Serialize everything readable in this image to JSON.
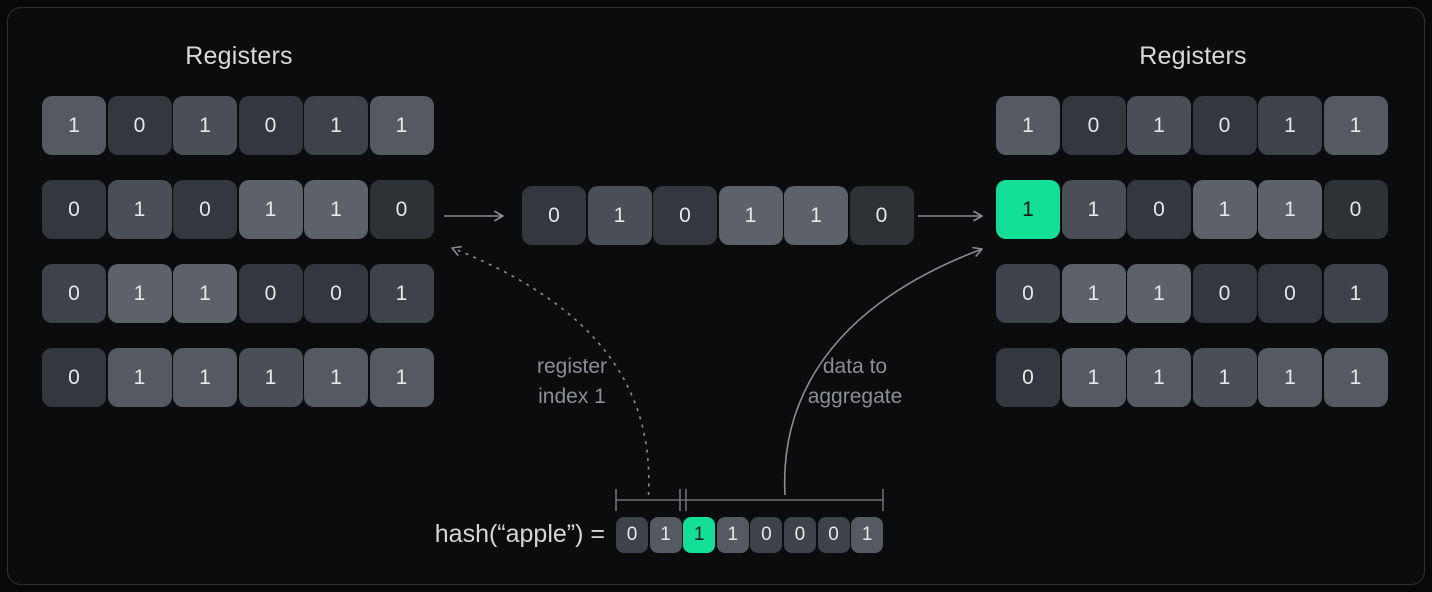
{
  "colors": {
    "accent_green": "#13e096",
    "cell_text": "#e6e7e9",
    "cell_text_on_green": "#141a1f",
    "arrow_grey": "#8a8d93",
    "bracket_grey": "#6d7076",
    "tones": {
      "0": "#2e3136",
      "1": "#34373d",
      "2": "#3e424a",
      "3": "#4a4e56",
      "4": "#545962",
      "5": "#5d626a"
    }
  },
  "left_registers": {
    "title": "Registers",
    "rows": [
      [
        {
          "v": "1",
          "t": "4"
        },
        {
          "v": "0",
          "t": "1"
        },
        {
          "v": "1",
          "t": "3"
        },
        {
          "v": "0",
          "t": "1"
        },
        {
          "v": "1",
          "t": "2"
        },
        {
          "v": "1",
          "t": "4"
        }
      ],
      [
        {
          "v": "0",
          "t": "1"
        },
        {
          "v": "1",
          "t": "3"
        },
        {
          "v": "0",
          "t": "1"
        },
        {
          "v": "1",
          "t": "5"
        },
        {
          "v": "1",
          "t": "5"
        },
        {
          "v": "0",
          "t": "0"
        }
      ],
      [
        {
          "v": "0",
          "t": "2"
        },
        {
          "v": "1",
          "t": "5"
        },
        {
          "v": "1",
          "t": "5"
        },
        {
          "v": "0",
          "t": "1"
        },
        {
          "v": "0",
          "t": "1"
        },
        {
          "v": "1",
          "t": "2"
        }
      ],
      [
        {
          "v": "0",
          "t": "1"
        },
        {
          "v": "1",
          "t": "4"
        },
        {
          "v": "1",
          "t": "4"
        },
        {
          "v": "1",
          "t": "3"
        },
        {
          "v": "1",
          "t": "4"
        },
        {
          "v": "1",
          "t": "4"
        }
      ]
    ]
  },
  "extracted_row": {
    "cells": [
      {
        "v": "0",
        "t": "1"
      },
      {
        "v": "1",
        "t": "3"
      },
      {
        "v": "0",
        "t": "1"
      },
      {
        "v": "1",
        "t": "5"
      },
      {
        "v": "1",
        "t": "5"
      },
      {
        "v": "0",
        "t": "0"
      }
    ]
  },
  "right_registers": {
    "title": "Registers",
    "rows": [
      [
        {
          "v": "1",
          "t": "4"
        },
        {
          "v": "0",
          "t": "1"
        },
        {
          "v": "1",
          "t": "3"
        },
        {
          "v": "0",
          "t": "1"
        },
        {
          "v": "1",
          "t": "2"
        },
        {
          "v": "1",
          "t": "4"
        }
      ],
      [
        {
          "v": "1",
          "t": "g"
        },
        {
          "v": "1",
          "t": "3"
        },
        {
          "v": "0",
          "t": "1"
        },
        {
          "v": "1",
          "t": "5"
        },
        {
          "v": "1",
          "t": "5"
        },
        {
          "v": "0",
          "t": "0"
        }
      ],
      [
        {
          "v": "0",
          "t": "2"
        },
        {
          "v": "1",
          "t": "5"
        },
        {
          "v": "1",
          "t": "5"
        },
        {
          "v": "0",
          "t": "1"
        },
        {
          "v": "0",
          "t": "1"
        },
        {
          "v": "1",
          "t": "2"
        }
      ],
      [
        {
          "v": "0",
          "t": "1"
        },
        {
          "v": "1",
          "t": "4"
        },
        {
          "v": "1",
          "t": "4"
        },
        {
          "v": "1",
          "t": "3"
        },
        {
          "v": "1",
          "t": "4"
        },
        {
          "v": "1",
          "t": "4"
        }
      ]
    ]
  },
  "hash": {
    "label": "hash(“apple”) =",
    "bits": [
      {
        "v": "0",
        "t": "2"
      },
      {
        "v": "1",
        "t": "4"
      },
      {
        "v": "1",
        "t": "g"
      },
      {
        "v": "1",
        "t": "4"
      },
      {
        "v": "0",
        "t": "2"
      },
      {
        "v": "0",
        "t": "2"
      },
      {
        "v": "0",
        "t": "2"
      },
      {
        "v": "1",
        "t": "4"
      }
    ]
  },
  "annotations": {
    "register_index": {
      "line1": "register",
      "line2": "index 1"
    },
    "data_to_aggregate": {
      "line1": "data to",
      "line2": "aggregate"
    }
  }
}
